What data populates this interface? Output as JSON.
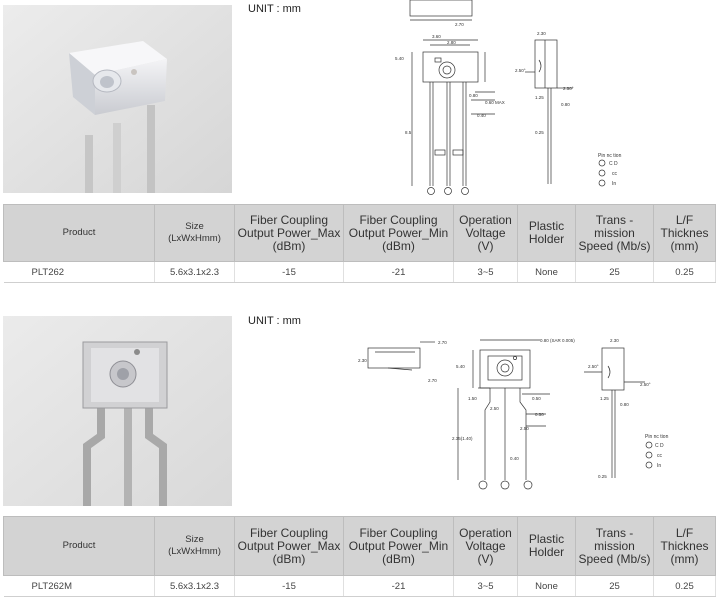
{
  "unit_label": "UNIT : mm",
  "headers": {
    "product": "Product",
    "size": "Size",
    "size_sub": "(LxWxHmm)",
    "fiber_max": [
      "Fiber Coupling",
      "Output Power_Max",
      "(dBm)"
    ],
    "fiber_min": [
      "Fiber Coupling",
      "Output Power_Min",
      "(dBm)"
    ],
    "operation": [
      "Operation",
      "Voltage",
      "(V)"
    ],
    "plastic": [
      "Plastic",
      "Holder"
    ],
    "trans": [
      "Trans -",
      "mission",
      "Speed (Mb/s)"
    ],
    "lf": [
      "L/F",
      "Thicknes",
      "(mm)"
    ]
  },
  "products": [
    {
      "name": "PLT262",
      "size": "5.6x3.1x2.3",
      "fiber_max": "-15",
      "fiber_min": "-21",
      "voltage": "3~5",
      "holder": "None",
      "speed": "25",
      "thickness": "0.25"
    },
    {
      "name": "PLT262M",
      "size": "5.6x3.1x2.3",
      "fiber_max": "-15",
      "fiber_min": "-21",
      "voltage": "3~5",
      "holder": "None",
      "speed": "25",
      "thickness": "0.25"
    }
  ],
  "pin_legend": {
    "title": "Pin   nc tion",
    "items": [
      "C   D",
      "cc",
      "In"
    ]
  },
  "colors": {
    "header_bg": "#d3d3d3",
    "photo_bg": "#e3e3e3"
  }
}
